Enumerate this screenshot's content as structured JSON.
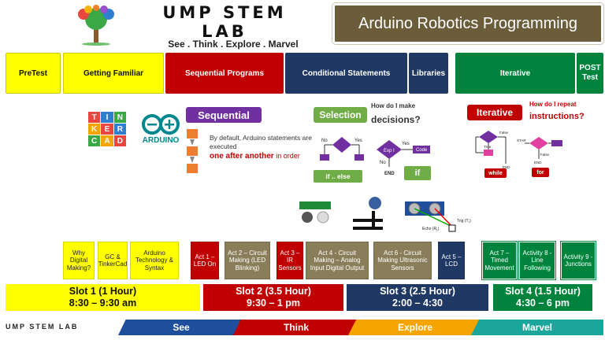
{
  "header": {
    "lab_title": "UMP STEM LAB",
    "tagline": "See . Think . Explore . Marvel",
    "course_title": "Arduino Robotics Programming"
  },
  "phases": {
    "pretest": "PreTest",
    "familiar": "Getting Familiar",
    "sequential": "Sequential Programs",
    "conditional": "Conditional Statements",
    "libraries": "Libraries",
    "iterative": "Iterative",
    "posttest": "POST Test"
  },
  "logos": {
    "tinkercad_letters": [
      "T",
      "I",
      "N",
      "K",
      "E",
      "R",
      "C",
      "A",
      "D"
    ],
    "arduino_label": "ARDUINO"
  },
  "concepts": {
    "sequential": {
      "label": "Sequential",
      "desc_line1": "By default, Arduino statements are executed",
      "desc_emph": "one after another",
      "desc_tail": " in order"
    },
    "selection": {
      "label": "Selection",
      "question_1": "How do I make",
      "question_2": "decisions?",
      "ifelse_label": "if .. else",
      "if_label": "if",
      "flow_no": "No",
      "flow_yes": "Yes",
      "flow_exp": "Exp I",
      "flow_code": "Code",
      "flow_end": "END"
    },
    "iterative": {
      "label": "Iterative",
      "question_1": "How do I repeat",
      "question_2": "instructions?",
      "while_label": "while",
      "for_label": "for",
      "flow_true": "True",
      "flow_false": "False",
      "flow_start": "STAR",
      "flow_end": "END"
    }
  },
  "components": {
    "trig_label": "Trig (T₁)",
    "echo_label": "Echo (R₁)"
  },
  "activities": [
    {
      "label": "Why Digital Making?",
      "style": "yellow"
    },
    {
      "label": "GC & TinkerCad",
      "style": "yellow"
    },
    {
      "label": "Arduino Technology & Syntax",
      "style": "yellow"
    },
    {
      "label": "Act 1 – LED On",
      "style": "red"
    },
    {
      "label": "Act 2 – Circuit Making (LED Blinking)",
      "style": "khaki"
    },
    {
      "label": "Act 3 – IR Sensors",
      "style": "red"
    },
    {
      "label": "Act 4 - Circuit Making – Analog Input Digital Output",
      "style": "khaki"
    },
    {
      "label": "Act 6 - Circuit Making Ultrasonic Sensors",
      "style": "khaki"
    },
    {
      "label": "Act 5 – LCD",
      "style": "navy"
    },
    {
      "label": "Act 7 – Timed Movement",
      "style": "green"
    },
    {
      "label": "Activity 8 - Line Following",
      "style": "green"
    },
    {
      "label": "Activity 9 - Junctions",
      "style": "green"
    }
  ],
  "slots": [
    {
      "title": "Slot 1 (1 Hour)",
      "time": "8:30 – 9:30 am"
    },
    {
      "title": "Slot 2 (3.5 Hour)",
      "time": "9:30 – 1 pm"
    },
    {
      "title": "Slot 3 (2.5 Hour)",
      "time": "2:00 – 4:30"
    },
    {
      "title": "Slot 4 (1.5 Hour)",
      "time": "4:30 – 6 pm"
    }
  ],
  "footer": {
    "brand": "UMP STEM LAB",
    "see": "See",
    "think": "Think",
    "explore": "Explore",
    "marvel": "Marvel"
  },
  "colors": {
    "yellow": "#ffff00",
    "red": "#c00000",
    "navy": "#1f3864",
    "green": "#00843d",
    "khaki": "#8a7e5a",
    "brown_header": "#6b5d3a"
  }
}
